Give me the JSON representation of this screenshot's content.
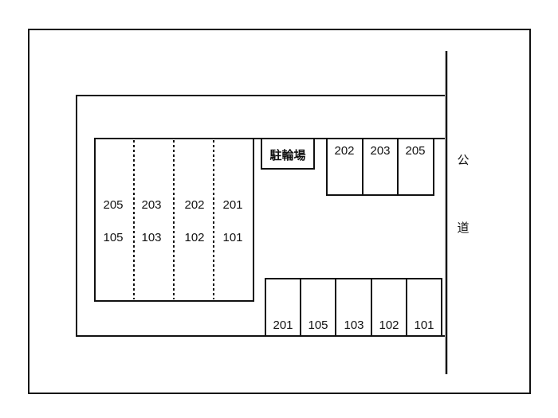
{
  "bicycle_parking": {
    "label": "駐輪場"
  },
  "public_road": {
    "char_1": "公",
    "char_2": "道"
  },
  "top_right_spaces": [
    "202",
    "203",
    "205"
  ],
  "building": {
    "upper_units": [
      "205",
      "203",
      "202",
      "201"
    ],
    "lower_units": [
      "105",
      "103",
      "102",
      "101"
    ]
  },
  "bottom_spaces": [
    "201",
    "105",
    "103",
    "102",
    "101"
  ],
  "colors": {
    "line": "#111111",
    "background": "#ffffff"
  }
}
